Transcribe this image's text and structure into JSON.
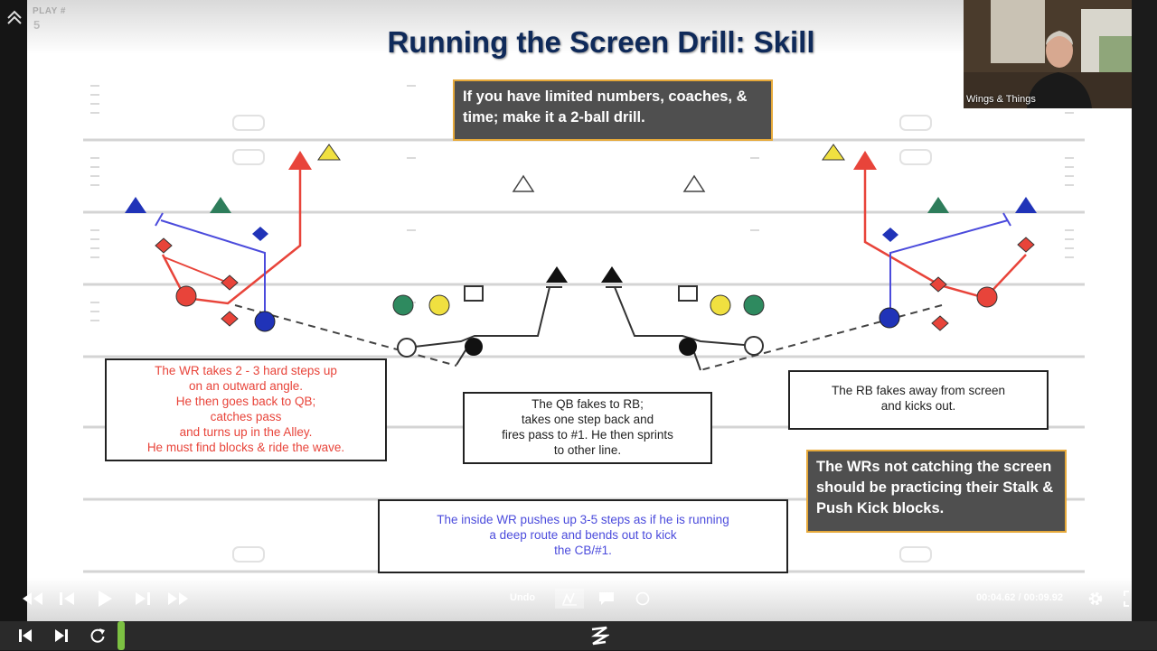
{
  "app": {
    "play_label": "PLAY #",
    "play_number": "5"
  },
  "slide": {
    "title": "Running the Screen Drill: Skill",
    "callout_top": "If you have limited numbers, coaches, & time; make it a 2-ball drill.",
    "callout_bottom_right": "The WRs not catching the screen should be practicing their Stalk & Push Kick blocks.",
    "note_wr": "The WR takes 2 - 3 hard steps up\non an outward angle.\nHe then goes back to QB;\ncatches pass\nand turns up in the Alley.\nHe must find blocks & ride the wave.",
    "note_qb": "The QB fakes to RB;\ntakes one step back and\nfires pass to #1. He then sprints\nto other line.",
    "note_rb": "The RB fakes away from screen\nand kicks out.",
    "note_inside_wr": "The inside WR pushes up 3-5 steps as if he is running\na deep route and bends out to kick\nthe CB/#1."
  },
  "player_controls": {
    "undo_label": "Undo",
    "time_display": "00:04.62 / 00:09.92",
    "icons": [
      "skip-to-start-icon",
      "step-back-icon",
      "play-icon",
      "step-forward-icon",
      "fast-forward-icon",
      "pen-icon",
      "comment-icon",
      "circle-icon",
      "settings-icon",
      "fullscreen-icon"
    ]
  },
  "webcam": {
    "participant_name": "Wings & Things"
  },
  "bottom_bar": {
    "icons": [
      "previous-icon",
      "next-icon",
      "refresh-icon",
      "logo-icon"
    ]
  },
  "colors": {
    "callout_border": "#e6a93a",
    "callout_bg": "#4f4f4f",
    "title": "#0f2a5a",
    "route_red": "#e8443a",
    "route_blue": "#4b4bdc",
    "green_marker": "#7cc142"
  }
}
